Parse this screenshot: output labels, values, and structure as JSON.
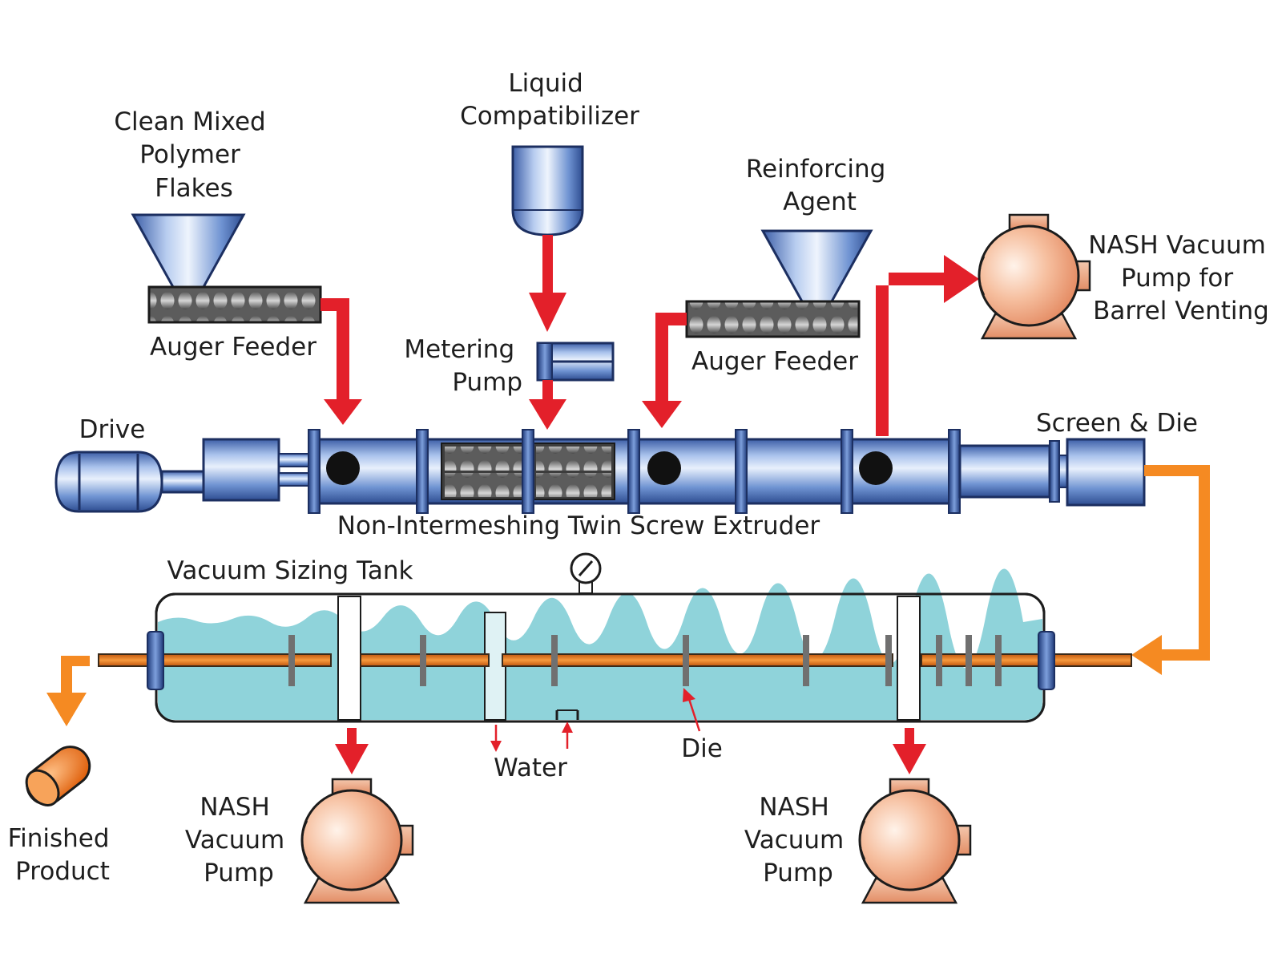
{
  "labels": {
    "clean_mixed": [
      "Clean Mixed",
      "Polymer",
      "Flakes"
    ],
    "liquid_compatibilizer": [
      "Liquid",
      "Compatibilizer"
    ],
    "reinforcing_agent": [
      "Reinforcing",
      "Agent"
    ],
    "nash_barrel": [
      "NASH Vacuum",
      "Pump for",
      "Barrel Venting"
    ],
    "auger_feeder_left": "Auger Feeder",
    "auger_feeder_right": "Auger Feeder",
    "metering_pump": [
      "Metering",
      "Pump"
    ],
    "drive": "Drive",
    "screen_die": "Screen & Die",
    "extruder": "Non-Intermeshing Twin Screw Extruder",
    "vacuum_sizing_tank": "Vacuum Sizing Tank",
    "water": "Water",
    "die": "Die",
    "finished_product": [
      "Finished",
      "Product"
    ],
    "nash_pump_left": [
      "NASH",
      "Vacuum",
      "Pump"
    ],
    "nash_pump_right": [
      "NASH",
      "Vacuum",
      "Pump"
    ]
  },
  "colors": {
    "flow_red": "#e3202a",
    "flow_orange": "#f58a22",
    "steel_blue": "#5a7fc4",
    "water": "#8fd3da",
    "pump_peach": "#f2a882"
  }
}
